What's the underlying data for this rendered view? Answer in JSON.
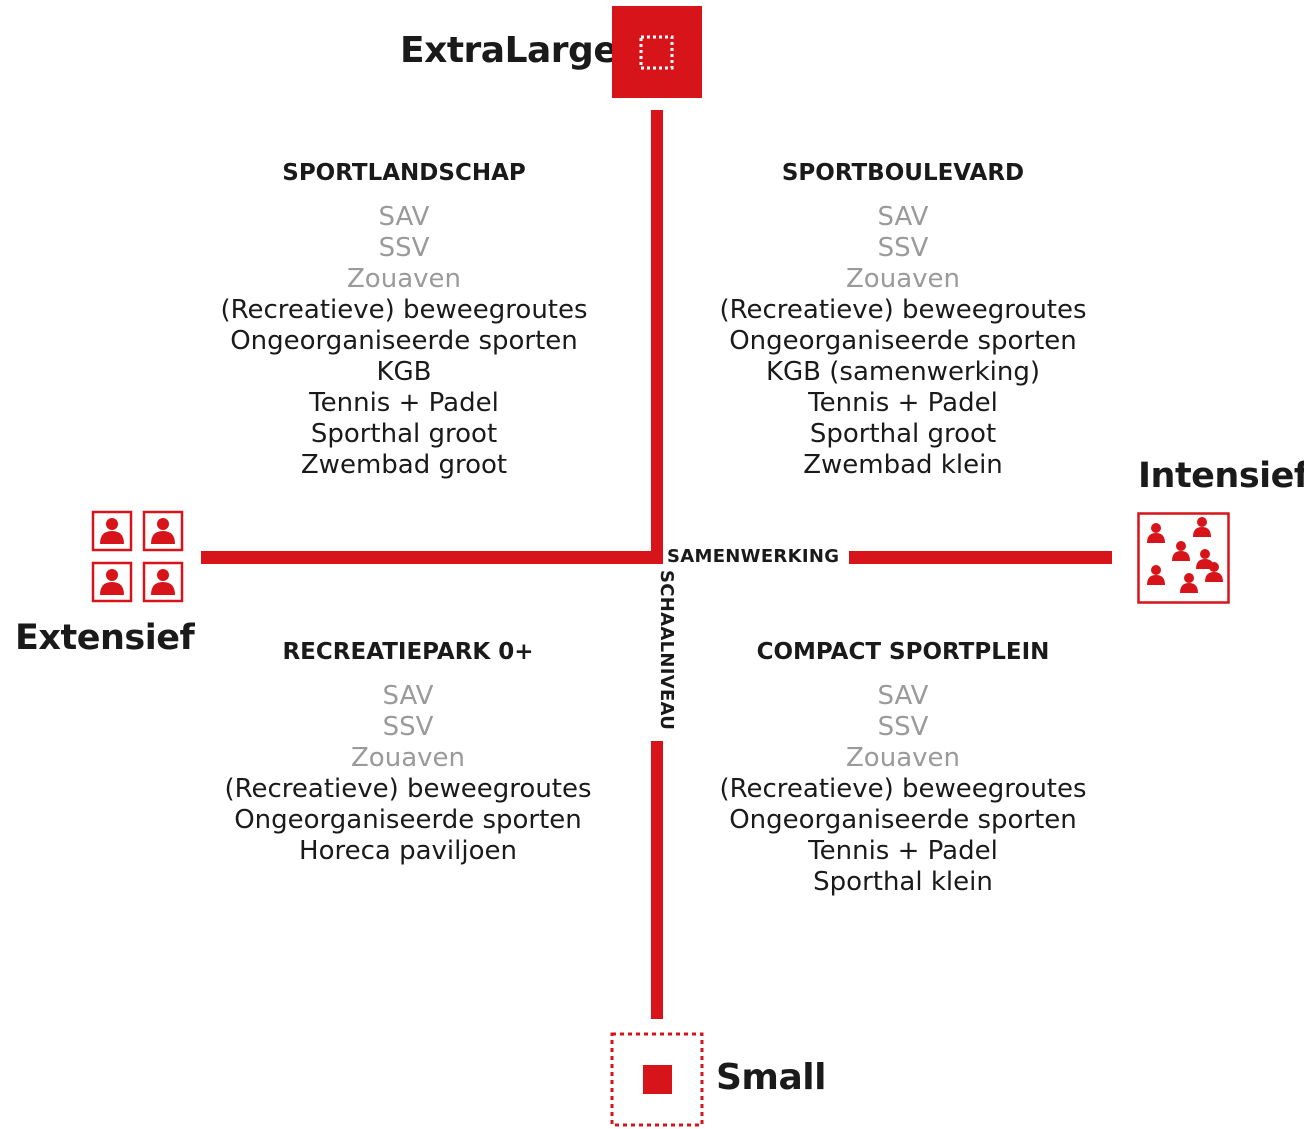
{
  "axes": {
    "top": "ExtraLarge",
    "bottom": "Small",
    "left": "Extensief",
    "right": "Intensief",
    "horizontal_caption": "SAMENWERKING",
    "vertical_caption": "SCHAALNIVEAU"
  },
  "quadrants": [
    {
      "title": "SPORTLANDSCHAP",
      "items": [
        {
          "text": "SAV",
          "muted": true
        },
        {
          "text": "SSV",
          "muted": true
        },
        {
          "text": "Zouaven",
          "muted": true
        },
        {
          "text": "(Recreatieve) beweegroutes",
          "muted": false
        },
        {
          "text": "Ongeorganiseerde sporten",
          "muted": false
        },
        {
          "text": "KGB",
          "muted": false
        },
        {
          "text": "Tennis + Padel",
          "muted": false
        },
        {
          "text": "Sporthal groot",
          "muted": false
        },
        {
          "text": "Zwembad groot",
          "muted": false
        }
      ]
    },
    {
      "title": "SPORTBOULEVARD",
      "items": [
        {
          "text": "SAV",
          "muted": true
        },
        {
          "text": "SSV",
          "muted": true
        },
        {
          "text": "Zouaven",
          "muted": true
        },
        {
          "text": "(Recreatieve) beweegroutes",
          "muted": false
        },
        {
          "text": "Ongeorganiseerde sporten",
          "muted": false
        },
        {
          "text": "KGB (samenwerking)",
          "muted": false
        },
        {
          "text": "Tennis + Padel",
          "muted": false
        },
        {
          "text": "Sporthal groot",
          "muted": false
        },
        {
          "text": "Zwembad klein",
          "muted": false
        }
      ]
    },
    {
      "title": "RECREATIEPARK 0+",
      "items": [
        {
          "text": "SAV",
          "muted": true
        },
        {
          "text": "SSV",
          "muted": true
        },
        {
          "text": "Zouaven",
          "muted": true
        },
        {
          "text": "(Recreatieve) beweegroutes",
          "muted": false
        },
        {
          "text": "Ongeorganiseerde sporten",
          "muted": false
        },
        {
          "text": "Horeca paviljoen",
          "muted": false
        }
      ]
    },
    {
      "title": "COMPACT SPORTPLEIN",
      "items": [
        {
          "text": "SAV",
          "muted": true
        },
        {
          "text": "SSV",
          "muted": true
        },
        {
          "text": "Zouaven",
          "muted": true
        },
        {
          "text": "(Recreatieve) beweegroutes",
          "muted": false
        },
        {
          "text": "Ongeorganiseerde sporten",
          "muted": false
        },
        {
          "text": "Tennis + Padel",
          "muted": false
        },
        {
          "text": "Sporthal klein",
          "muted": false
        }
      ]
    }
  ],
  "icons": {
    "top": "extralarge-scale-icon",
    "bottom": "small-scale-icon",
    "left": "extensive-groups-icon",
    "right": "intensive-crowd-icon"
  },
  "colors": {
    "accent": "#d7141a",
    "text": "#1a1a1a",
    "muted": "#9a9a9a"
  }
}
